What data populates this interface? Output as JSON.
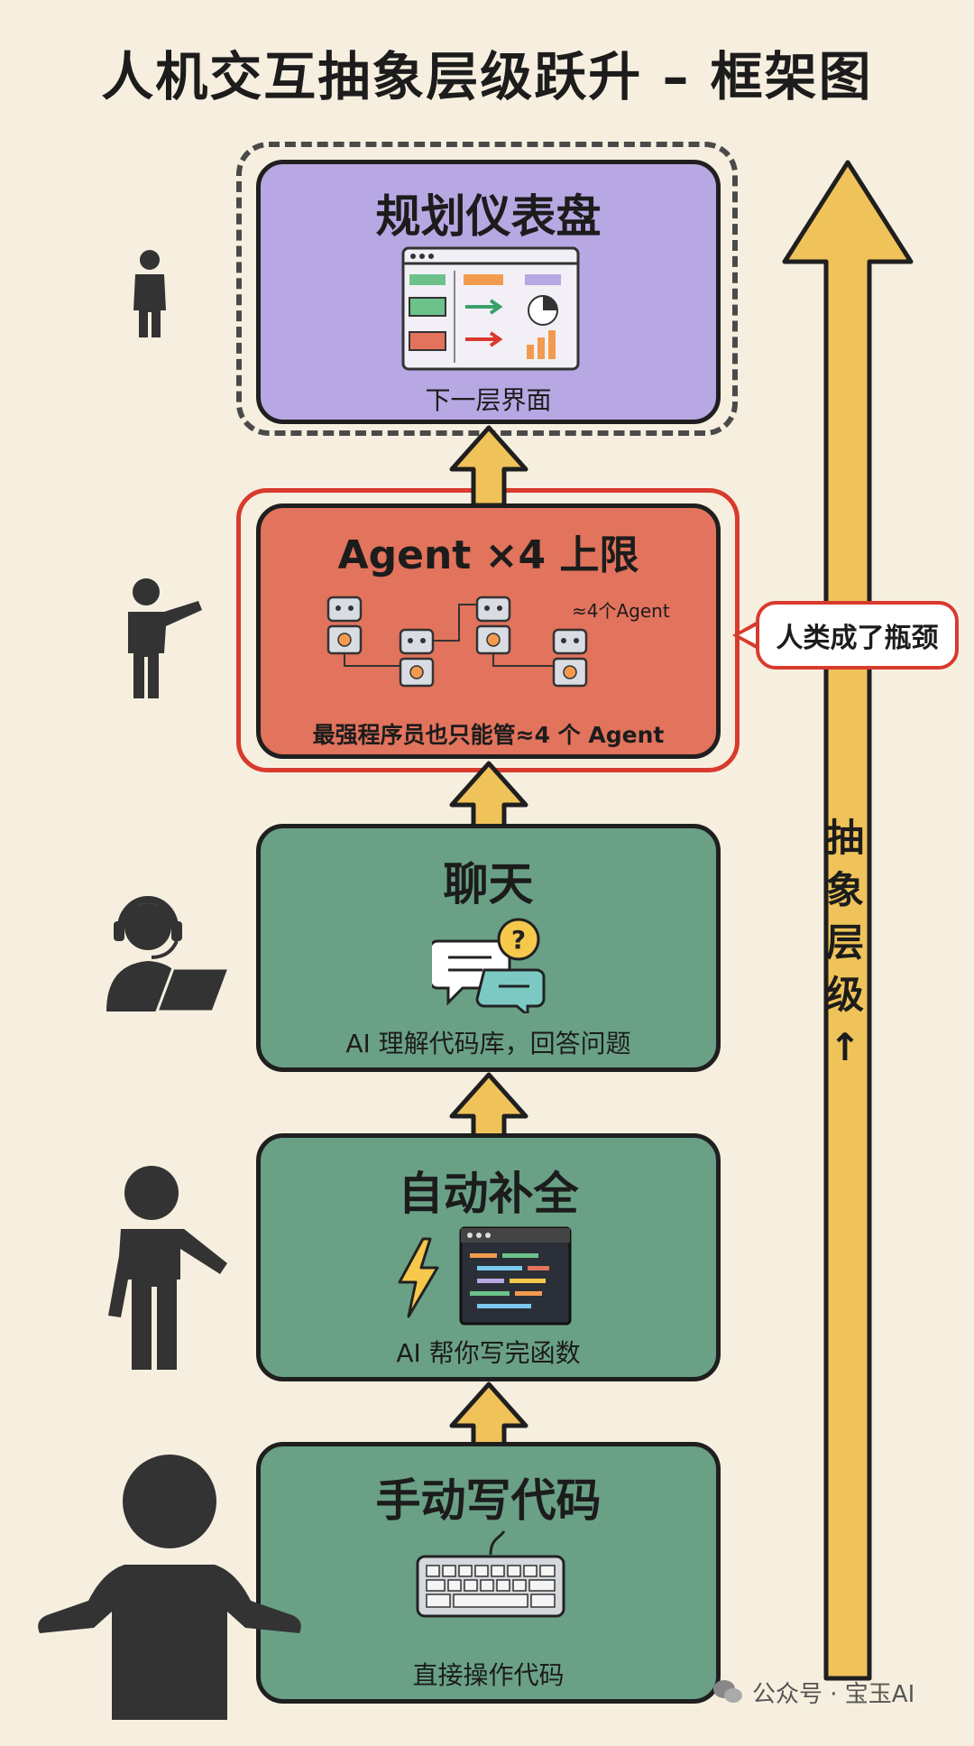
{
  "title": "人机交互抽象层级跃升 – 框架图",
  "stages": [
    {
      "title": "规划仪表盘",
      "subtitle": "下一层界面"
    },
    {
      "title": "Agent ×4 上限",
      "subtitle": "最强程序员也只能管≈4 个 Agent",
      "note": "≈4个Agent"
    },
    {
      "title": "聊天",
      "subtitle": "AI 理解代码库，回答问题"
    },
    {
      "title": "自动补全",
      "subtitle": "AI 帮你写完函数"
    },
    {
      "title": "手动写代码",
      "subtitle": "直接操作代码"
    }
  ],
  "callout": "人类成了瓶颈",
  "axis_label": "抽象层级↑",
  "watermark": "公众号 · 宝玉AI",
  "colors": {
    "background": "#f6efdf",
    "green": "#6aa186",
    "purple": "#b7a8e3",
    "red": "#e2735c",
    "highlight": "#d83a2d",
    "arrow": "#f0c35a"
  }
}
